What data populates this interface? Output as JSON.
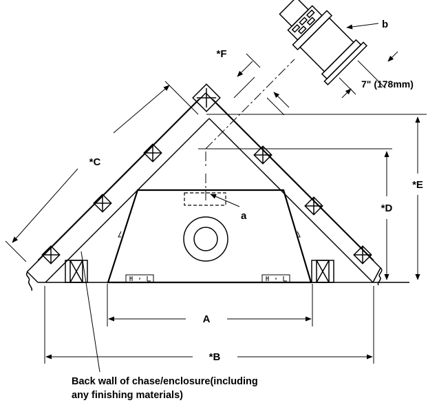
{
  "labels": {
    "A": "A",
    "B": "*B",
    "C": "*C",
    "D": "*D",
    "E": "*E",
    "F": "*F",
    "a": "a",
    "b": "b",
    "dimension_7in": "7\" (178mm)",
    "note_line1": "Back wall of chase/enclosure(including",
    "note_line2": "any finishing materials)"
  }
}
